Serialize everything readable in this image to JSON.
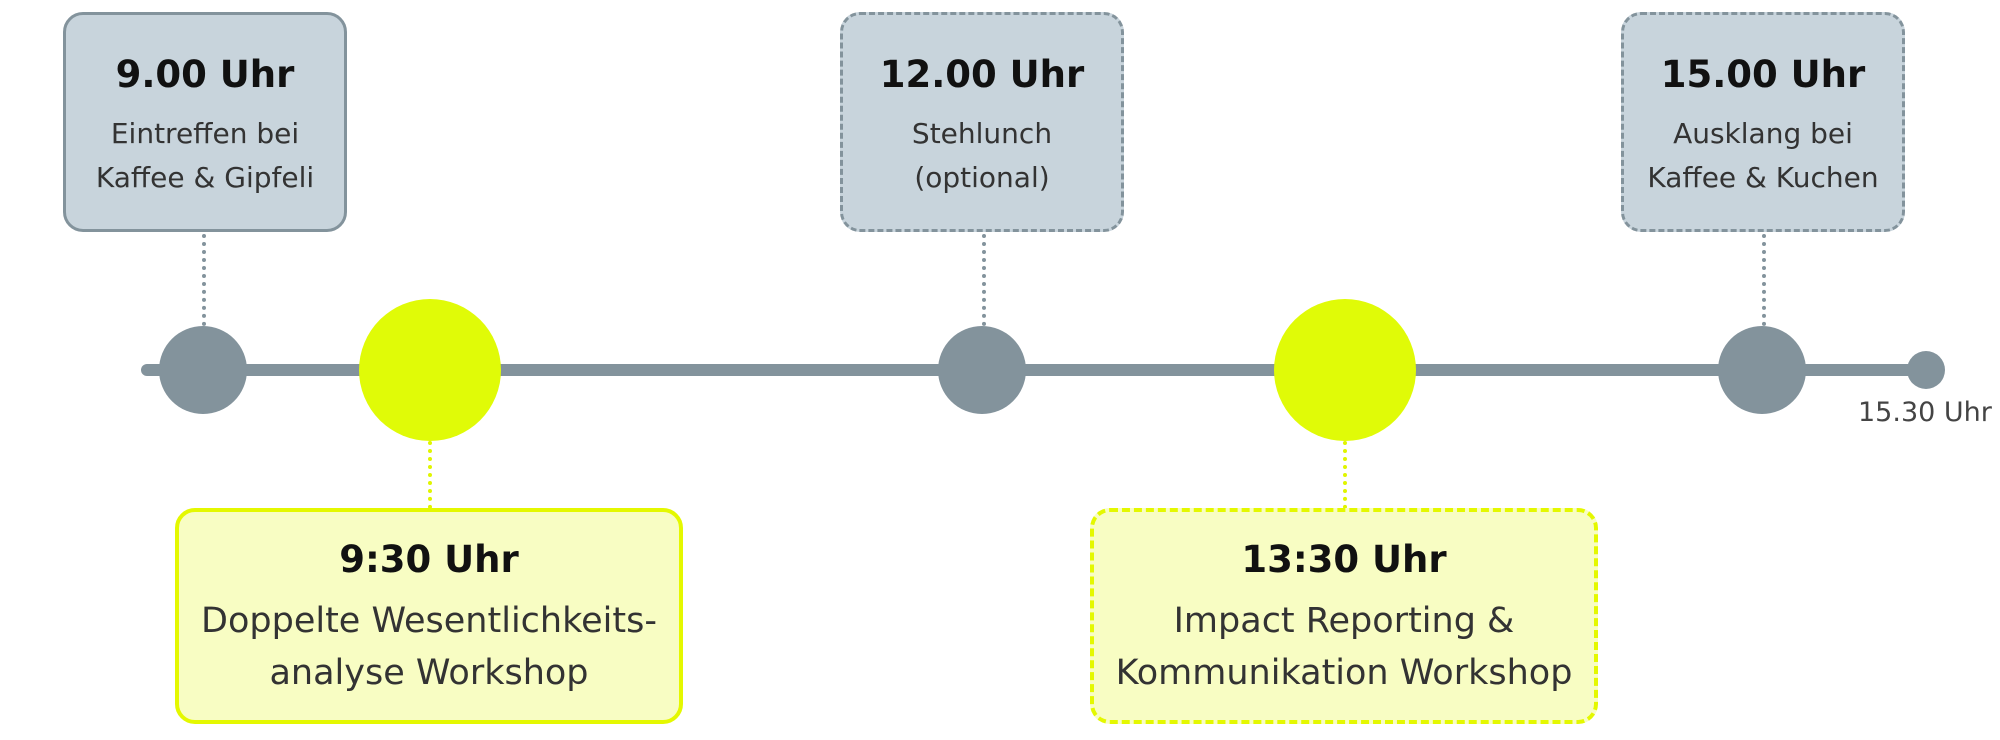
{
  "timeline": {
    "events": [
      {
        "time": "9.00 Uhr",
        "lines": [
          "Eintreffen bei",
          "Kaffee & Gipfeli"
        ]
      },
      {
        "time": "9:30 Uhr",
        "lines": [
          "Doppelte Wesentlichkeits-",
          "analyse Workshop"
        ]
      },
      {
        "time": "12.00 Uhr",
        "lines": [
          "Stehlunch",
          "(optional)"
        ]
      },
      {
        "time": "13:30 Uhr",
        "lines": [
          "Impact Reporting &",
          "Kommunikation Workshop"
        ]
      },
      {
        "time": "15.00 Uhr",
        "lines": [
          "Ausklang bei",
          "Kaffee & Kuchen"
        ]
      }
    ],
    "end_label": "15.30 Uhr"
  },
  "colors": {
    "line_gray": "#83939c",
    "card_gray_bg": "#c8d4dc",
    "accent_yellow": "#e0fb07",
    "card_yellow_bg": "#f8fdc3"
  }
}
